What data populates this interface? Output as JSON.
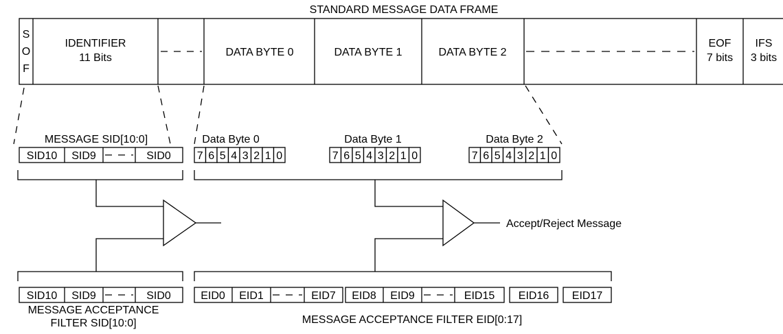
{
  "frame": {
    "title": "STANDARD MESSAGE DATA FRAME",
    "sof": [
      "S",
      "O",
      "F"
    ],
    "identifier": [
      "IDENTIFIER",
      "11 Bits"
    ],
    "data_bytes": [
      "DATA BYTE 0",
      "DATA BYTE 1",
      "DATA BYTE 2"
    ],
    "eof": [
      "EOF",
      "7 bits"
    ],
    "ifs": [
      "IFS",
      "3 bits"
    ]
  },
  "message_sid": {
    "label": "MESSAGE SID[10:0]",
    "cells": [
      "SID10",
      "SID9",
      "SID0"
    ]
  },
  "data_byte_labels": [
    "Data Byte 0",
    "Data Byte 1",
    "Data Byte 2"
  ],
  "bits": [
    "7",
    "6",
    "5",
    "4",
    "3",
    "2",
    "1",
    "0"
  ],
  "output_label": "Accept/Reject Message",
  "filter_sid": {
    "cells": [
      "SID10",
      "SID9",
      "SID0"
    ],
    "label": [
      "MESSAGE ACCEPTANCE",
      "FILTER SID[10:0]"
    ]
  },
  "filter_eid": {
    "cells_a": [
      "EID0",
      "EID1",
      "EID7"
    ],
    "cells_b": [
      "EID8",
      "EID9",
      "EID15"
    ],
    "cells_c": [
      "EID16",
      "EID17"
    ],
    "label": "MESSAGE ACCEPTANCE FILTER EID[0:17]"
  }
}
